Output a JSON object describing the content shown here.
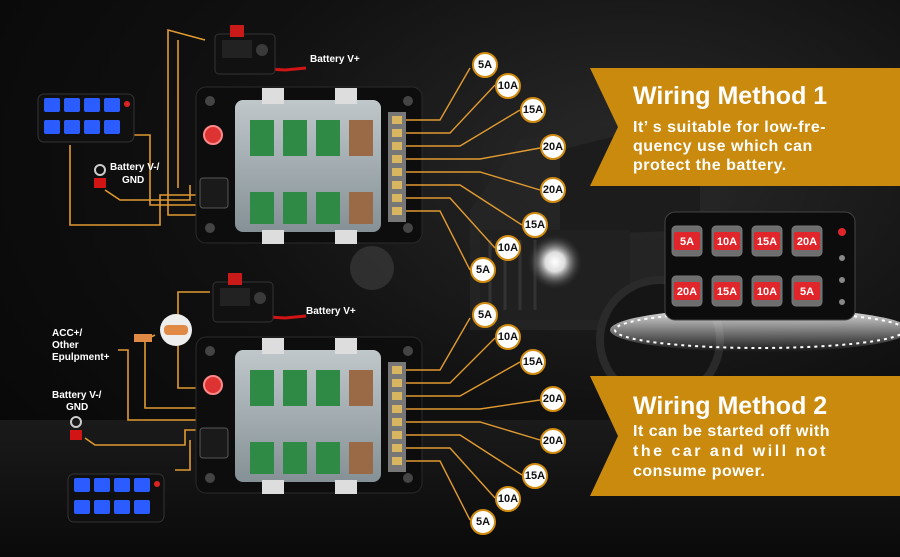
{
  "method1": {
    "title": "Wiring Method 1",
    "desc_lines": [
      "It’ s suitable for low-fre-",
      "quency use which can",
      "protect the battery."
    ],
    "battery_plus": "Battery V+",
    "battery_minus_lines": [
      "Battery V-/",
      "GND"
    ],
    "amps": [
      "5A",
      "10A",
      "15A",
      "20A",
      "20A",
      "15A",
      "10A",
      "5A"
    ]
  },
  "method2": {
    "title": "Wiring Method 2",
    "desc_lines": [
      "It can be started off with",
      "the car and will not",
      "consume power."
    ],
    "battery_plus": "Battery V+",
    "battery_minus_lines": [
      "Battery V-/",
      "GND"
    ],
    "acc_lines": [
      "ACC+/",
      "Other",
      "Epulpment+"
    ],
    "amps": [
      "5A",
      "10A",
      "15A",
      "20A",
      "20A",
      "15A",
      "10A",
      "5A"
    ]
  },
  "panel": {
    "buttons": [
      "5A",
      "10A",
      "15A",
      "20A",
      "20A",
      "15A",
      "10A",
      "5A"
    ]
  },
  "colors": {
    "accent": "#d08b10",
    "banner": "#c98a0e",
    "wire_orange": "#e09a30",
    "wire_red": "#d11414",
    "fuse_green": "#2f8a45",
    "fuse_tan": "#9a6a46",
    "keypad_blue": "#2b5cff"
  }
}
